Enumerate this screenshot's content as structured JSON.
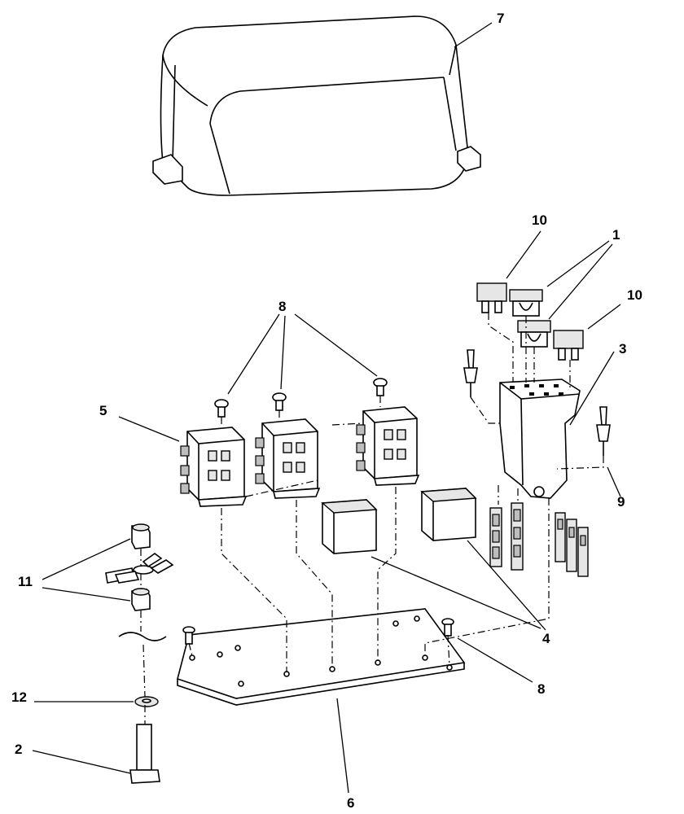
{
  "diagram": {
    "callouts": [
      {
        "id": "c7a",
        "label": "7"
      },
      {
        "id": "c10a",
        "label": "10"
      },
      {
        "id": "c1",
        "label": "1"
      },
      {
        "id": "c10b",
        "label": "10"
      },
      {
        "id": "c8a",
        "label": "8"
      },
      {
        "id": "c3",
        "label": "3"
      },
      {
        "id": "c5",
        "label": "5"
      },
      {
        "id": "c9",
        "label": "9"
      },
      {
        "id": "c11",
        "label": "11"
      },
      {
        "id": "c4",
        "label": "4"
      },
      {
        "id": "c8b",
        "label": "8"
      },
      {
        "id": "c12",
        "label": "12"
      },
      {
        "id": "c2",
        "label": "2"
      },
      {
        "id": "c6",
        "label": "6"
      }
    ]
  }
}
